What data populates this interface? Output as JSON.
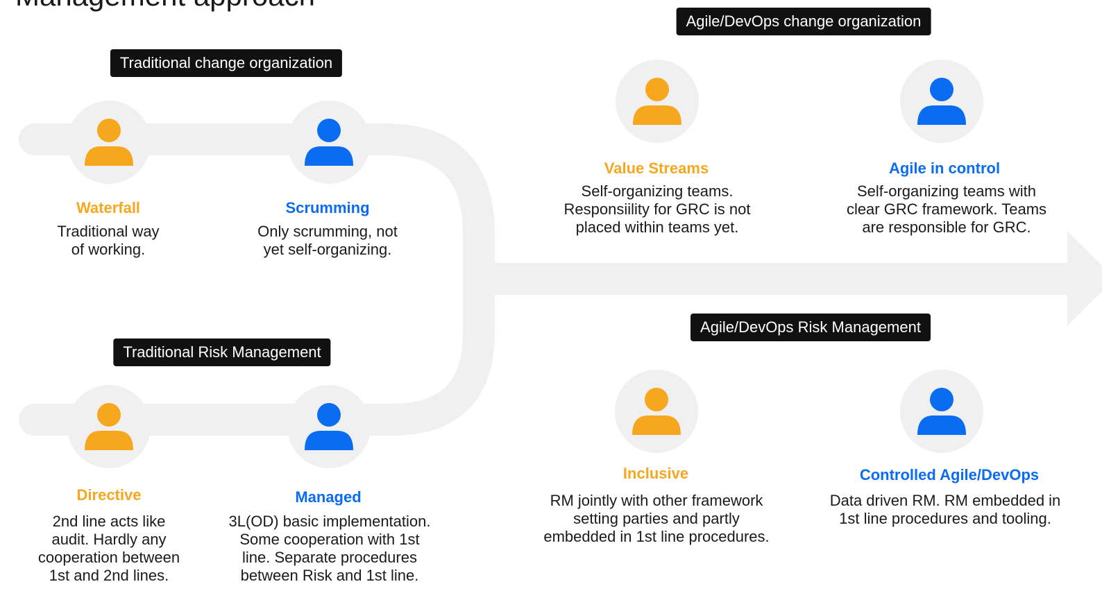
{
  "title": "Management approach",
  "colors": {
    "orange": "#f6a71e",
    "blue": "#0a6cf0",
    "track": "#f0f0f0",
    "tag_bg": "#111111"
  },
  "tags": {
    "traditional_change": "Traditional change organization",
    "traditional_risk": "Traditional Risk Management",
    "agile_change": "Agile/DevOps change organization",
    "agile_risk": "Agile/DevOps Risk Management"
  },
  "nodes": {
    "waterfall": {
      "label": "Waterfall",
      "icon": "person-icon",
      "desc": [
        "Traditional way",
        "of working."
      ]
    },
    "scrumming": {
      "label": "Scrumming",
      "icon": "person-icon",
      "desc": [
        "Only scrumming, not",
        "yet self-organizing."
      ]
    },
    "directive": {
      "label": "Directive",
      "icon": "person-icon",
      "desc": [
        "2nd line acts like",
        "audit. Hardly any",
        "cooperation between",
        "1st and 2nd lines."
      ]
    },
    "managed": {
      "label": "Managed",
      "icon": "person-icon",
      "desc": [
        "3L(OD) basic implementation.",
        "Some cooperation with 1st",
        "line. Separate procedures",
        "between Risk and 1st line."
      ]
    },
    "value_streams": {
      "label": "Value Streams",
      "icon": "person-icon",
      "desc": [
        "Self-organizing teams.",
        "Responsiility for GRC is not",
        "placed within teams yet."
      ]
    },
    "agile_in_control": {
      "label": "Agile in control",
      "icon": "person-icon",
      "desc": [
        "Self-organizing teams with",
        "clear GRC framework. Teams",
        "are responsible for GRC."
      ]
    },
    "inclusive": {
      "label": "Inclusive",
      "icon": "person-icon",
      "desc": [
        "RM jointly with other framework",
        "setting parties and partly",
        "embedded in 1st line procedures."
      ]
    },
    "controlled_agile": {
      "label": "Controlled Agile/DevOps",
      "icon": "person-icon",
      "desc": [
        "Data driven RM. RM embedded in",
        "1st line procedures and tooling."
      ]
    }
  }
}
